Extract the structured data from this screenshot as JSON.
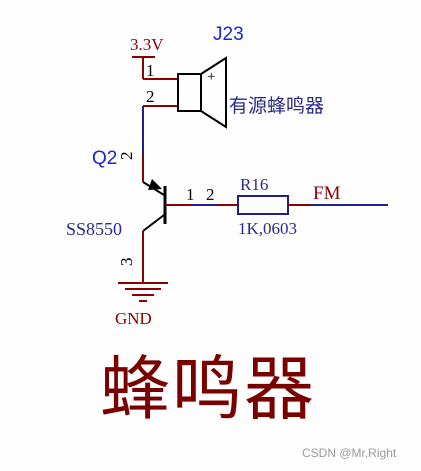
{
  "schematic": {
    "power_label": "3.3V",
    "buzzer": {
      "ref": "J23",
      "name": "有源蜂鸣器",
      "pin1": "1",
      "pin2": "2"
    },
    "transistor": {
      "ref": "Q2",
      "part": "SS8550",
      "pin1": "1",
      "pin2": "2",
      "pin3": "3"
    },
    "resistor": {
      "ref": "R16",
      "value": "1K,0603",
      "pin2": "2"
    },
    "net_label": "FM",
    "ground_label": "GND"
  },
  "caption": "蜂鸣器",
  "watermark": "CSDN @Mr,Right",
  "colors": {
    "wire": "#1f1f8f",
    "pin": "#8b0000",
    "ref_blue": "#1e22d8",
    "label_navy": "#2a2a8a",
    "caption": "#7a0000"
  }
}
